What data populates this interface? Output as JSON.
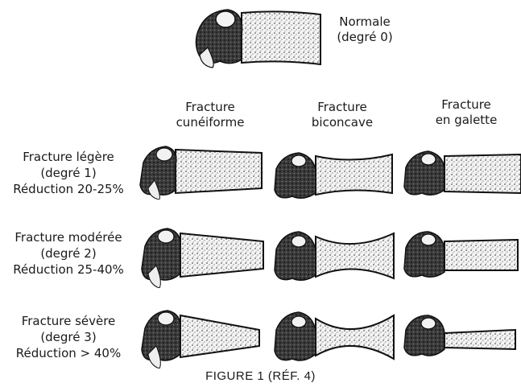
{
  "normal": {
    "line1": "Normale",
    "line2": "(degré 0)"
  },
  "columns": [
    {
      "line1": "Fracture",
      "line2": "cunéiforme"
    },
    {
      "line1": "Fracture",
      "line2": "biconcave"
    },
    {
      "line1": "Fracture",
      "line2": "en galette"
    }
  ],
  "rows": [
    {
      "line1": "Fracture légère",
      "line2": "(degré 1)",
      "line3": "Réduction 20-25%"
    },
    {
      "line1": "Fracture modérée",
      "line2": "(degré 2)",
      "line3": "Réduction 25-40%"
    },
    {
      "line1": "Fracture sévère",
      "line2": "(degré 3)",
      "line3": "Réduction > 40%"
    }
  ],
  "caption": "FIGURE 1 (RÉF. 4)"
}
